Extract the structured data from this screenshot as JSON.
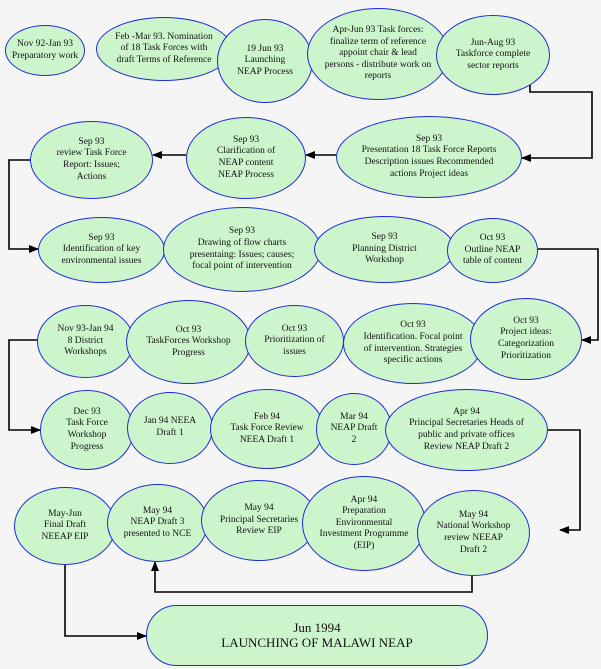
{
  "steps": {
    "s1": "Nov 92-Jan 93\nPreparatory work",
    "s2": "Feb -Mar 93. Nomination\nof 18 Task Forces with\ndraft Terms of Reference",
    "s3": "19 Jun 93\nLaunching\nNEAP Process",
    "s4": "Apr-Jun 93 Task forces:\nfinalize term of reference\nappoint chair & lead\npersons - distribute work on\nreports",
    "s5": "Jun-Aug 93\nTaskforce complete\nsector reports",
    "s6": "Sep 93\nPresentation 18 Task Force Reports\nDescription issues Recommended\nactions Project ideas",
    "s7": "Sep 93\nClarification of\nNEAP content\nNEAP Process",
    "s8": "Sep 93\nreview Task Force\nReport: Issues;\nActions",
    "s9": "Sep 93\nIdentification of key\nenvironmental issues",
    "s10": "Sep 93\nDrawing of flow charts\npresentaing: Issues; causes;\nfocal point of intervention",
    "s11": "Sep 93\nPlanning District\nWorkshop",
    "s12": "Oct 93\nOutline NEAP\ntable of content",
    "s13": "Oct 93\nProject ideas:\nCategorization\nPrioritization",
    "s14": "Oct 93\nIdentification. Focal point\nof intervention. Strategies\nspecific actions",
    "s15": "Oct 93\nPrioritization of\nissues",
    "s16": "Oct 93\nTaskForces Workshop\nProgress",
    "s17": "Nov 93-Jan 94\n8 District\nWorkshops",
    "s18": "Dec 93\nTask Force\nWorkshop\nProgress",
    "s19": "Jan 94 NEEA\nDraft 1",
    "s20": "Feb 94\nTask Force Review\nNEEA Draft 1",
    "s21": "Mar 94\nNEAP Draft\n2",
    "s22": "Apr 94\nPrincipal Secretaries Heads of\npublic and private offices\nReview NEAP Draft 2",
    "s23": "May 94\nNational Workshop\nreview NEEAP\nDraft 2",
    "s24": "Apr 94\nPreparation\nEnvironmental\nInvestment Programme\n(EIP)",
    "s25": "May 94\nPrincipal Secretaries\nReview EIP",
    "s26": "May 94\nNEAP Draft 3\npresented to NCE",
    "s27": "May-Jun\nFinal Draft\nNEEAP EIP",
    "s28": "Jun 1994\nLAUNCHING OF MALAWI NEAP"
  },
  "colors": {
    "node_fill": "#ccf5cc",
    "node_border": "#1f2bd6",
    "arrow": "#000000",
    "background": "#f5f5f5"
  }
}
